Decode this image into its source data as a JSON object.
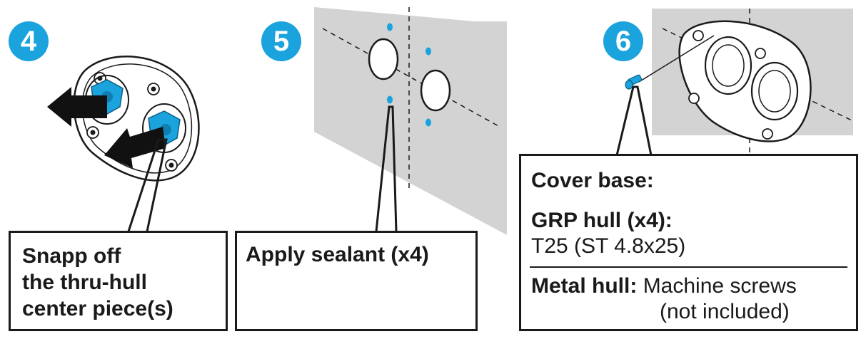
{
  "steps": [
    {
      "number": "4",
      "callout_lines": [
        "Snapp off",
        "the thru-hull",
        "center piece(s)"
      ]
    },
    {
      "number": "5",
      "callout_title": "Apply sealant (x4)"
    },
    {
      "number": "6",
      "cover_base_label": "Cover base:",
      "grp_label": "GRP hull (x4):",
      "grp_spec": "T25 (ST 4.8x25)",
      "metal_label": "Metal hull:",
      "metal_spec_line1": "Machine screws",
      "metal_spec_line2": "(not included)"
    }
  ],
  "colors": {
    "accent": "#1ba3dd",
    "wall": "#d3d3d3",
    "outline": "#1a1a1a",
    "arrow": "#111111"
  },
  "icons": [
    "pull-arrow-icon",
    "torx-t25-icon",
    "rotate-clockwise-icon",
    "screw-icon",
    "sealant-tube-icon"
  ]
}
